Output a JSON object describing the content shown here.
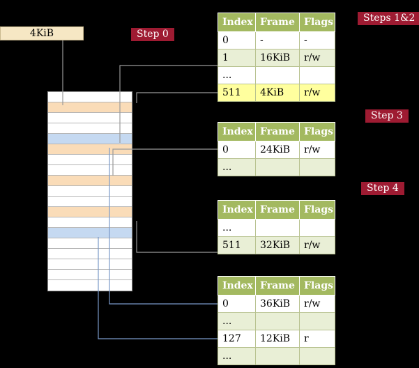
{
  "figure": {
    "background": "#000000",
    "accent_colors": {
      "badge": "#9e1b32",
      "table_header": "#a3b960",
      "table_row_alt": "#e9efd6",
      "row_highlight": "#ffff9e",
      "memory_page_table_frame": "#fadcb8",
      "memory_mapped_page_frame": "#c5d9f1",
      "arrow_gray": "#9a9a9a",
      "arrow_blue": "#7a99c9"
    }
  },
  "cr3_box": {
    "label": "4KiB"
  },
  "badges": {
    "step0": "Step 0",
    "steps12": "Steps 1&2",
    "step3": "Step 3",
    "step4": "Step 4"
  },
  "tables": [
    {
      "id": "page-table-steps-1-2",
      "headers": [
        "Index",
        "Frame",
        "Flags"
      ],
      "rows": [
        {
          "cells": [
            "0",
            "-",
            "-"
          ],
          "variant": "plain"
        },
        {
          "cells": [
            "1",
            "16KiB",
            "r/w"
          ],
          "variant": "alt"
        },
        {
          "cells": [
            "...",
            "",
            ""
          ],
          "variant": "plain"
        },
        {
          "cells": [
            "511",
            "4KiB",
            "r/w"
          ],
          "variant": "highlight"
        }
      ]
    },
    {
      "id": "page-table-step-3",
      "headers": [
        "Index",
        "Frame",
        "Flags"
      ],
      "rows": [
        {
          "cells": [
            "0",
            "24KiB",
            "r/w"
          ],
          "variant": "plain"
        },
        {
          "cells": [
            "...",
            "",
            ""
          ],
          "variant": "alt"
        }
      ]
    },
    {
      "id": "page-table-step-4",
      "headers": [
        "Index",
        "Frame",
        "Flags"
      ],
      "rows": [
        {
          "cells": [
            "...",
            "",
            ""
          ],
          "variant": "plain"
        },
        {
          "cells": [
            "511",
            "32KiB",
            "r/w"
          ],
          "variant": "alt"
        }
      ]
    },
    {
      "id": "page-table-final",
      "headers": [
        "Index",
        "Frame",
        "Flags"
      ],
      "rows": [
        {
          "cells": [
            "0",
            "36KiB",
            "r/w"
          ],
          "variant": "plain"
        },
        {
          "cells": [
            "...",
            "",
            ""
          ],
          "variant": "alt"
        },
        {
          "cells": [
            "127",
            "12KiB",
            "r"
          ],
          "variant": "plain"
        },
        {
          "cells": [
            "...",
            "",
            ""
          ],
          "variant": "alt"
        }
      ]
    }
  ],
  "memory_column": {
    "rows": [
      "plain",
      "table",
      "plain",
      "plain",
      "page",
      "table",
      "plain",
      "plain",
      "table",
      "plain",
      "plain",
      "table",
      "plain",
      "page",
      "plain",
      "plain",
      "plain",
      "plain",
      "plain"
    ]
  }
}
